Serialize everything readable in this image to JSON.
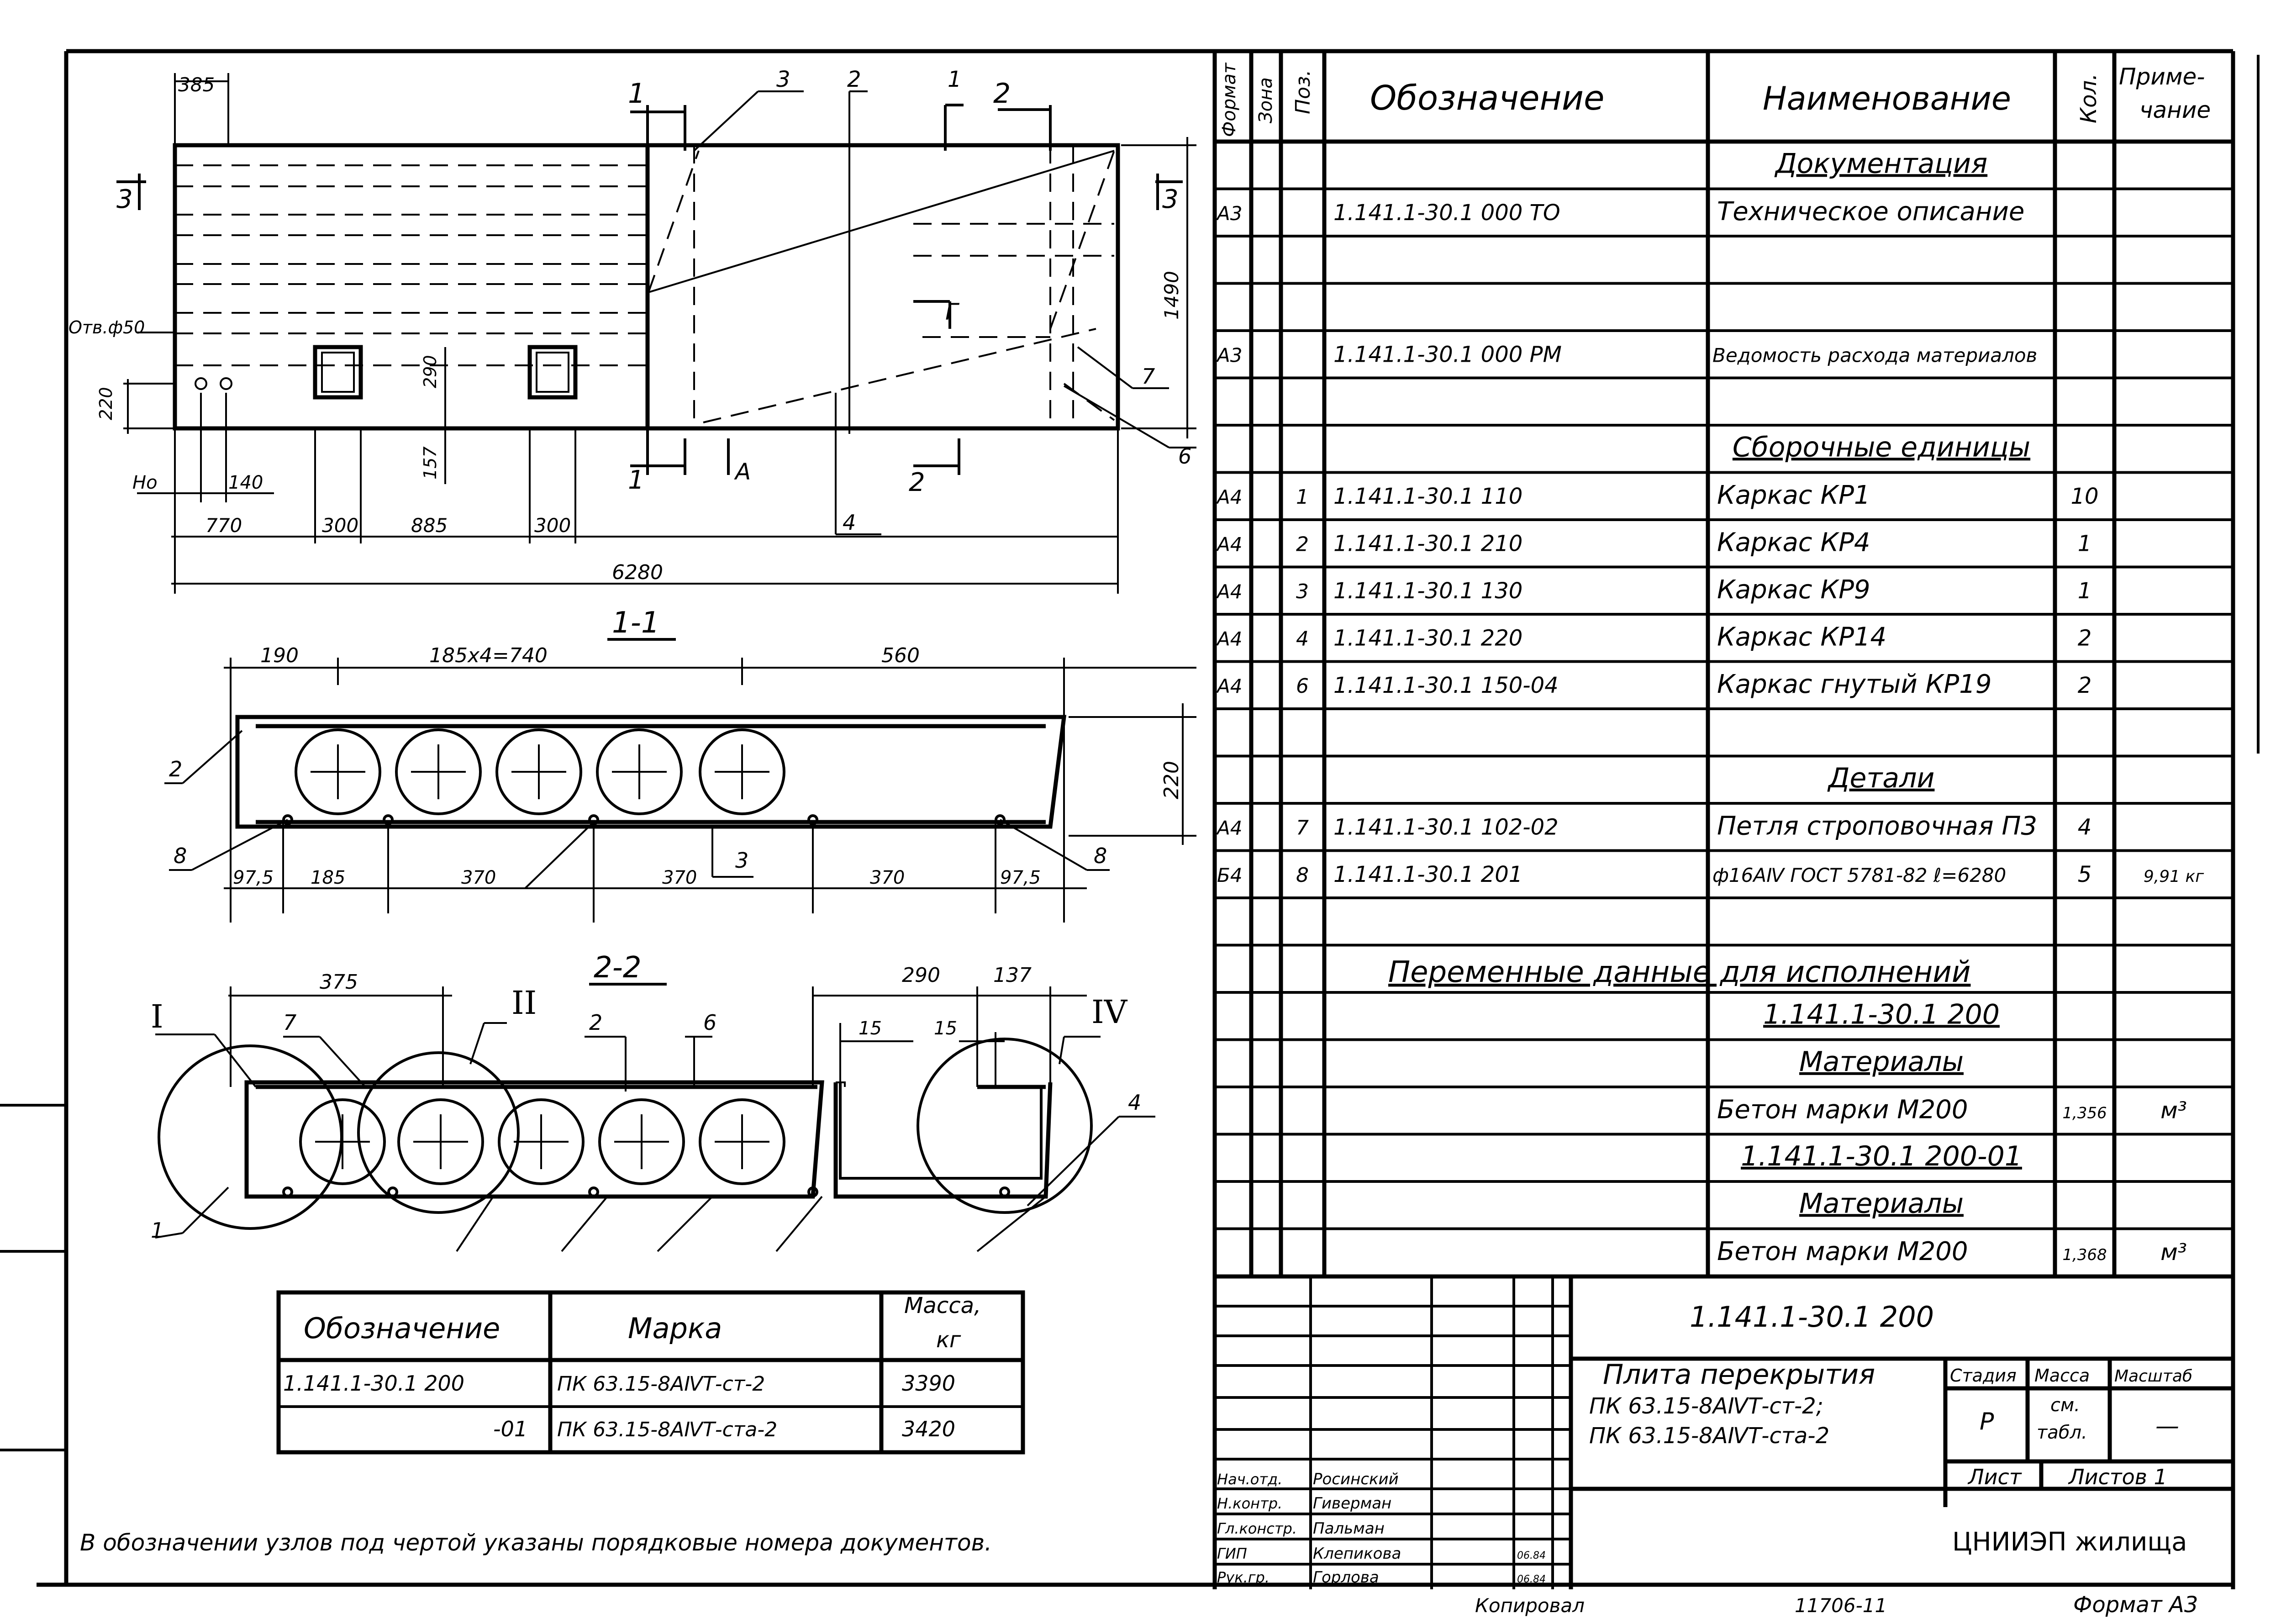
{
  "plan": {
    "dims_top": {
      "d365": "385"
    },
    "left_dims": {
      "p1": "Отв.ф50",
      "p2": "220",
      "p3": "Но",
      "p4": "140"
    },
    "bottom_dims": [
      "770",
      "300",
      "885",
      "300"
    ],
    "total_len": "6280",
    "height": "1490",
    "opening_h": "290",
    "below_opening": "157",
    "section_marks": {
      "m1": "1",
      "m2": "2",
      "m3": "3",
      "arrowA": "A",
      "g": "Г"
    },
    "callouts": {
      "c3": "3",
      "c2": "2",
      "c1": "1",
      "c2b": "2",
      "c7": "7",
      "c6": "6",
      "c4": "4"
    }
  },
  "section11": {
    "title": "1-1",
    "top_dims": [
      "190",
      "185х4=740",
      "560"
    ],
    "side_dim": "220",
    "bottom_dims": [
      "97,5",
      "185",
      "370",
      "370",
      "370",
      "97,5"
    ],
    "callouts": {
      "c2": "2",
      "c8a": "8",
      "c3": "3",
      "c8b": "8"
    }
  },
  "section22": {
    "title": "2-2",
    "dims": {
      "d375": "375",
      "d290": "290",
      "d137": "137",
      "d15a": "15",
      "d15b": "15"
    },
    "nodes": {
      "n1": "I",
      "n2": "II",
      "n4": "IV"
    },
    "callouts": {
      "c7": "7",
      "c2": "2",
      "c6": "6",
      "c4": "4",
      "c1": "1"
    }
  },
  "mark_table": {
    "headers": [
      "Обозначение",
      "Марка",
      "Масса,\nкг"
    ],
    "h3a": "Масса,",
    "h3b": "кг",
    "rows": [
      [
        "1.141.1-30.1 200",
        "ПК 63.15-8АⅣТ-ст-2",
        "3390"
      ],
      [
        "-01",
        "ПК 63.15-8АⅣТ-ста-2",
        "3420"
      ]
    ]
  },
  "note": "В обозначении узлов под чертой указаны порядковые номера документов.",
  "spec": {
    "headers": {
      "format": "Формат",
      "zone": "Зона",
      "pos": "Поз.",
      "designation": "Обозначение",
      "name": "Наименование",
      "qty": "Кол.",
      "note1": "Приме-",
      "note2": "чание"
    },
    "rows": [
      {
        "f": "",
        "p": "",
        "d": "",
        "n": "Документация",
        "q": "",
        "r": "",
        "type": "section"
      },
      {
        "f": "А3",
        "p": "",
        "d": "1.141.1-30.1  000 ТО",
        "n": "Техническое описание",
        "q": "",
        "r": "",
        "type": "row"
      },
      {
        "f": "",
        "p": "",
        "d": "",
        "n": "",
        "q": "",
        "r": "",
        "type": "row"
      },
      {
        "f": "",
        "p": "",
        "d": "",
        "n": "",
        "q": "",
        "r": "",
        "type": "row"
      },
      {
        "f": "А3",
        "p": "",
        "d": "1.141.1-30.1 000 РМ",
        "n": "Ведомость расхода материалов",
        "q": "",
        "r": "",
        "type": "small"
      },
      {
        "f": "",
        "p": "",
        "d": "",
        "n": "",
        "q": "",
        "r": "",
        "type": "row"
      },
      {
        "f": "",
        "p": "",
        "d": "",
        "n": "Сборочные единицы",
        "q": "",
        "r": "",
        "type": "section"
      },
      {
        "f": "А4",
        "p": "1",
        "d": "1.141.1-30.1  110",
        "n": "Каркас КР1",
        "q": "10",
        "r": "",
        "type": "row"
      },
      {
        "f": "А4",
        "p": "2",
        "d": "1.141.1-30.1  210",
        "n": "Каркас КР4",
        "q": "1",
        "r": "",
        "type": "row"
      },
      {
        "f": "А4",
        "p": "3",
        "d": "1.141.1-30.1  130",
        "n": "Каркас КР9",
        "q": "1",
        "r": "",
        "type": "row"
      },
      {
        "f": "А4",
        "p": "4",
        "d": "1.141.1-30.1  220",
        "n": "Каркас КР14",
        "q": "2",
        "r": "",
        "type": "row"
      },
      {
        "f": "А4",
        "p": "6",
        "d": "1.141.1-30.1  150-04",
        "n": "Каркас гнутый КР19",
        "q": "2",
        "r": "",
        "type": "row"
      },
      {
        "f": "",
        "p": "",
        "d": "",
        "n": "",
        "q": "",
        "r": "",
        "type": "row"
      },
      {
        "f": "",
        "p": "",
        "d": "",
        "n": "Детали",
        "q": "",
        "r": "",
        "type": "section"
      },
      {
        "f": "А4",
        "p": "7",
        "d": "1.141.1-30.1  102-02",
        "n": "Петля строповочная П3",
        "q": "4",
        "r": "",
        "type": "row"
      },
      {
        "f": "Б4",
        "p": "8",
        "d": "1.141.1-30.1  201",
        "n": "ф16АⅣ ГОСТ 5781-82 ℓ=6280",
        "q": "5",
        "r": "9,91 кг",
        "type": "small"
      },
      {
        "f": "",
        "p": "",
        "d": "",
        "n": "",
        "q": "",
        "r": "",
        "type": "row"
      },
      {
        "f": "",
        "p": "",
        "d": "",
        "n": "",
        "q": "",
        "r": "",
        "type": "row"
      },
      {
        "f": "",
        "p": "",
        "d": "",
        "n": "1.141.1-30.1 200",
        "q": "",
        "r": "",
        "type": "section"
      },
      {
        "f": "",
        "p": "",
        "d": "",
        "n": "Материалы",
        "q": "",
        "r": "",
        "type": "section"
      },
      {
        "f": "",
        "p": "",
        "d": "",
        "n": "Бетон марки  М200",
        "q": "1,356",
        "r": "м³",
        "type": "row"
      },
      {
        "f": "",
        "p": "",
        "d": "",
        "n": "1.141.1-30.1 200-01",
        "q": "",
        "r": "",
        "type": "section"
      },
      {
        "f": "",
        "p": "",
        "d": "",
        "n": "Материалы",
        "q": "",
        "r": "",
        "type": "section"
      },
      {
        "f": "",
        "p": "",
        "d": "",
        "n": "Бетон марки М200",
        "q": "1,368",
        "r": "м³",
        "type": "row"
      }
    ],
    "variable_data": "Переменные данные для исполнений"
  },
  "stamp": {
    "code": "1.141.1-30.1  200",
    "title_line1": "Плита перекрытия",
    "title_line2": "ПК 63.15-8АⅣТ-ст-2;",
    "title_line3": "ПК 63.15-8АⅣТ-ста-2",
    "stage_h": "Стадия",
    "mass_h": "Масса",
    "scale_h": "Масштаб",
    "stage": "Р",
    "mass1": "см.",
    "mass2": "табл.",
    "scale": "—",
    "sheet_h": "Лист",
    "sheets_h": "Листов 1",
    "org": "ЦНИИЭП жилища",
    "people": [
      {
        "role": "Нач.отд.",
        "name": "Росинский",
        "date": ""
      },
      {
        "role": "Н.контр.",
        "name": "Гиверман",
        "date": ""
      },
      {
        "role": "Гл.констр.",
        "name": "Пальман",
        "date": ""
      },
      {
        "role": "ГИП",
        "name": "Клепикова",
        "date": "06.84"
      },
      {
        "role": "Рук.гр.",
        "name": "Горлова",
        "date": "06.84"
      }
    ]
  },
  "footer": {
    "copied": "Копировал",
    "num": "11706-11",
    "format": "Формат А3"
  }
}
